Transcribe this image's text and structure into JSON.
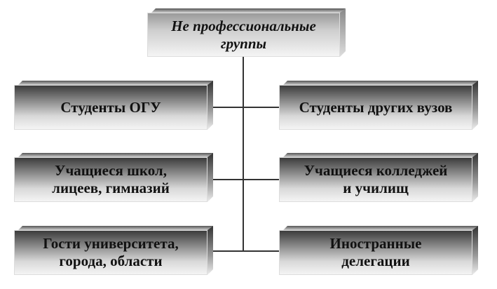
{
  "root": {
    "line1": "Не профессиональные",
    "line2": "группы"
  },
  "left": [
    {
      "line1": "Студенты ОГУ",
      "line2": ""
    },
    {
      "line1": "Учащиеся школ,",
      "line2": "лицеев, гимназий"
    },
    {
      "line1": "Гости университета,",
      "line2": "города, области"
    }
  ],
  "right": [
    {
      "line1": "Студенты других вузов",
      "line2": ""
    },
    {
      "line1": "Учащиеся колледжей",
      "line2": "и училищ"
    },
    {
      "line1": "Иностранные",
      "line2": "делегации"
    }
  ]
}
